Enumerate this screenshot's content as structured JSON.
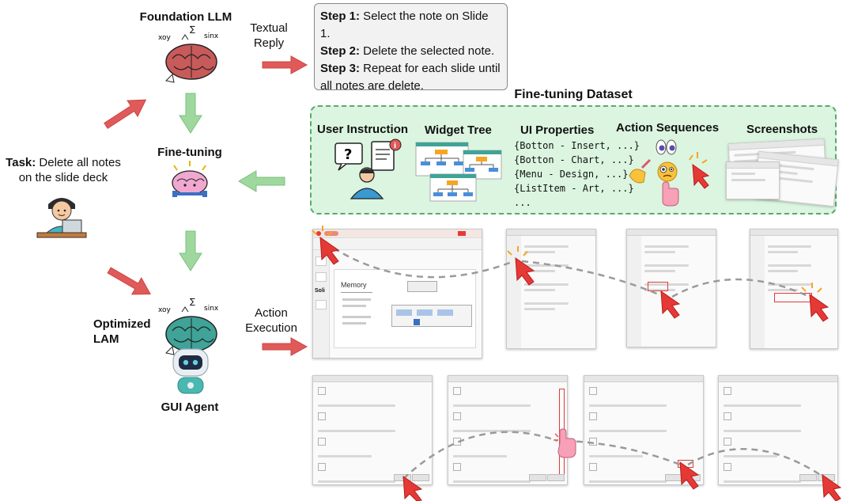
{
  "left": {
    "foundation_title": "Foundation LLM",
    "finetuning_label": "Fine-tuning",
    "optimized_label": "Optimized LAM",
    "gui_agent_label": "GUI Agent",
    "task_label_bold": "Task:",
    "task_text_1": "Delete all notes",
    "task_text_2": "on the slide deck",
    "brain_math": [
      "xoy",
      "∑",
      "sinx"
    ]
  },
  "arrows": {
    "textual_reply_1": "Textual",
    "textual_reply_2": "Reply",
    "action_execution_1": "Action",
    "action_execution_2": "Execution"
  },
  "steps": {
    "items": [
      {
        "label": "Step 1:",
        "text": " Select the note on Slide 1."
      },
      {
        "label": "Step 2:",
        "text": " Delete the selected note."
      },
      {
        "label": "Step 3:",
        "text": " Repeat for each slide until all notes are delete."
      }
    ],
    "ellipsis": "..."
  },
  "dataset": {
    "title": "Fine-tuning Dataset",
    "columns": [
      "User Instruction",
      "Widget Tree",
      "UI Properties",
      "Action Sequences",
      "Screenshots"
    ],
    "ui_properties": [
      "{Botton  - Insert, ...}",
      "{Botton - Chart,  ...}",
      "{Menu  -  Design, ...}",
      "{ListItem - Art, ...}",
      "..."
    ]
  },
  "slide": {
    "heading": "Memory",
    "side_label": "Soli"
  },
  "colors": {
    "arrow_red": "#e05a5a",
    "arrow_green": "#9fd89f",
    "box_green": "#dbf5e0",
    "brain_pink": "#c95a5a",
    "brain_teal": "#3fa398",
    "cursor_red": "#e53935"
  }
}
